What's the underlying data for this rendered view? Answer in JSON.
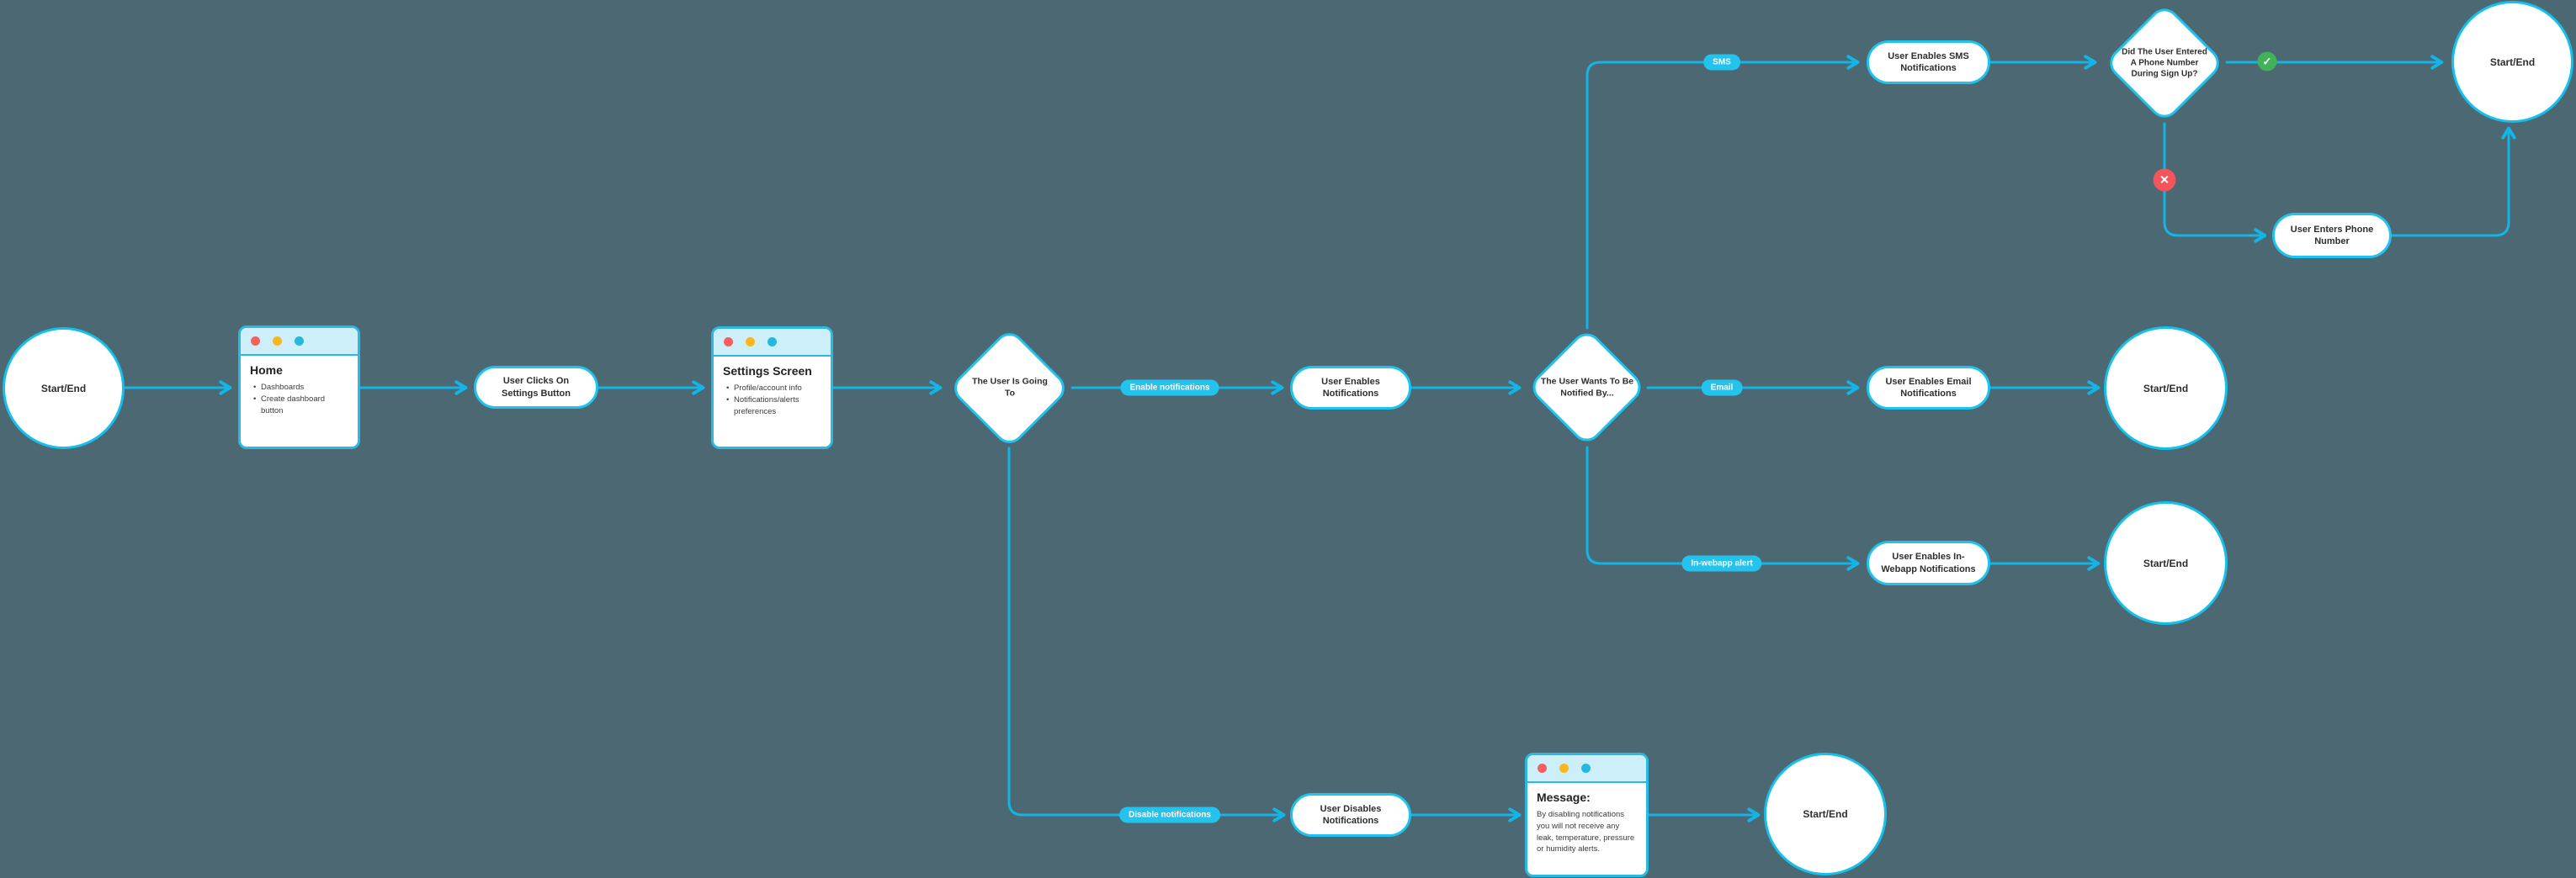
{
  "diagram": {
    "background": "#4b6873",
    "colors": {
      "connector": "#13b5e6",
      "node_border": "#1fc3ee",
      "node_fill": "#ffffff",
      "edge_label_bg": "#23c3ed",
      "edge_label_text": "#ffffff",
      "window_header": "#cdeffa",
      "window_border": "#29b9e2",
      "text": "#2e2e2e",
      "dot_red": "#f4605f",
      "dot_yellow": "#f6b81d",
      "dot_cyan": "#27b8dd",
      "success_green": "#42b159",
      "error_red": "#f4545b"
    }
  },
  "nodes": {
    "start_main": "Start/End",
    "start_top": "Start/End",
    "start_email": "Start/End",
    "start_webapp": "Start/End",
    "start_bottom": "Start/End",
    "clicks_settings": "User Clicks On Settings Button",
    "enables_notifications": "User Enables Notifications",
    "enables_sms": "User Enables SMS Notifications",
    "enables_email": "User Enables Email Notifications",
    "enables_webapp": "User Enables In-Webapp Notifications",
    "enters_phone": "User Enters Phone Number",
    "disables_notifications": "User Disables Notifications",
    "decision_going_to": "The User Is Going To",
    "decision_notified_by": "The User Wants To Be Notified By...",
    "decision_phone_signup": "Did The User Entered A Phone Number During Sign Up?"
  },
  "windows": {
    "home": {
      "title": "Home",
      "items": [
        "Dashboards",
        "Create dashboard button"
      ]
    },
    "settings": {
      "title": "Settings Screen",
      "items": [
        "Profile/account info",
        "Notifications/alerts preferences"
      ]
    },
    "message": {
      "title": "Message:",
      "body": "By disabling notifications you will not receive any leak, temperature, pressure or humidity alerts."
    }
  },
  "edge_labels": {
    "enable": "Enable notifications",
    "disable": "Disable notifications",
    "sms": "SMS",
    "email": "Email",
    "webapp": "In-webapp alert"
  },
  "icons": {
    "check": "✓",
    "cross": "✕"
  }
}
